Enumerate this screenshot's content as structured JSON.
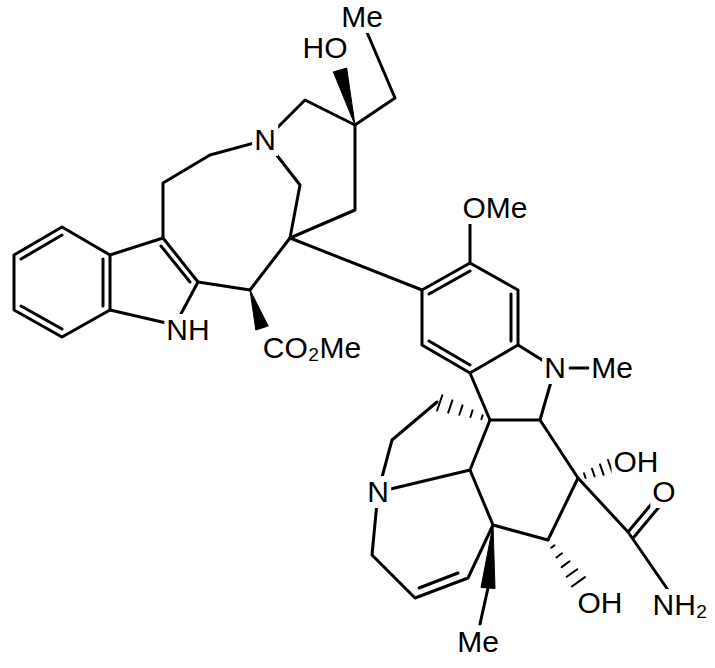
{
  "diagram": {
    "labels": [
      "Me",
      "HO",
      "N",
      "OMe",
      "NH",
      "CO₂Me",
      "N",
      "Me",
      "OH",
      "O",
      "N",
      "NH₂",
      "OH",
      "Me"
    ]
  }
}
